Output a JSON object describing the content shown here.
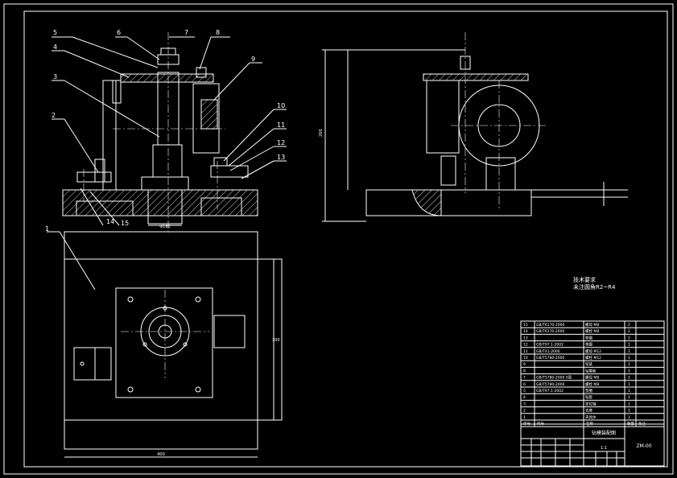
{
  "callouts": [
    "1",
    "2",
    "3",
    "4",
    "5",
    "6",
    "7",
    "8",
    "9",
    "10",
    "11",
    "12",
    "13",
    "14",
    "15"
  ],
  "notes": {
    "title": "技术要求",
    "line1": "未注圆角R2~R4"
  },
  "bom_rows": [
    [
      "15",
      "GB/T6170-2000",
      "螺母 M8",
      "2"
    ],
    [
      "14",
      "GB/T6170-2000",
      "螺栓 M8",
      "2"
    ],
    [
      "13",
      "",
      "垫圈",
      "2"
    ],
    [
      "12",
      "GB/T97.1-2002",
      "垫圈",
      "1"
    ],
    [
      "11",
      "GB/T41-2000",
      "螺母 M12",
      "1"
    ],
    [
      "10",
      "GB/T5780-2000",
      "螺栓 M12",
      "1"
    ],
    [
      "9",
      "",
      "铰链",
      "1"
    ],
    [
      "8",
      "",
      "钻模板",
      "1"
    ],
    [
      "7",
      "GB/T5780-2000 A型",
      "螺母 M8",
      "1"
    ],
    [
      "6",
      "GB/T5780-2000",
      "螺栓 M8",
      "1"
    ],
    [
      "5",
      "GB/T97.1-2002",
      "垫圈",
      "1"
    ],
    [
      "4",
      "",
      "钻套",
      "1"
    ],
    [
      "3",
      "",
      "定位轴",
      "1"
    ],
    [
      "2",
      "",
      "支座",
      "1"
    ],
    [
      "1",
      "",
      "夹具体",
      "1"
    ]
  ],
  "bom_header": [
    "序号",
    "代号",
    "名称",
    "数量",
    "备注"
  ],
  "title_block": {
    "name": "钻模装配图",
    "drawing_no": "ZM-00",
    "scale": "1:1"
  },
  "dims": {
    "base_bottom": "Φ180",
    "plan_width": "400",
    "plan_height": "300",
    "side_height": "260"
  }
}
